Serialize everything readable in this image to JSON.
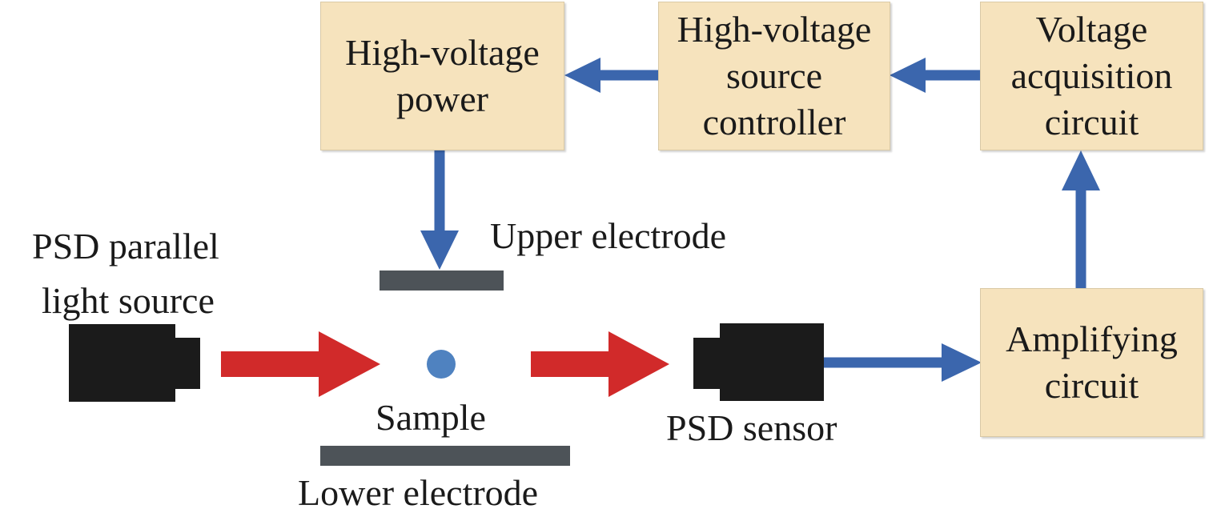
{
  "boxes": {
    "hv_power": [
      "High-voltage",
      "power"
    ],
    "hv_controller": [
      "High-voltage",
      "source",
      "controller"
    ],
    "voltage_acquisition": [
      "Voltage",
      "acquisition",
      "circuit"
    ],
    "amplifying": [
      "Amplifying",
      "circuit"
    ]
  },
  "labels": {
    "light_source": [
      "PSD parallel",
      "light source"
    ],
    "upper_electrode": "Upper electrode",
    "sample": "Sample",
    "lower_electrode": "Lower electrode",
    "psd_sensor": "PSD sensor"
  },
  "colors": {
    "box_fill": "#f6e3bd",
    "signal_arrow": "#3b66ad",
    "light_arrow": "#d12a2a",
    "electrode": "#4d5358",
    "device": "#1b1b1b",
    "sample_dot": "#4f82c0"
  }
}
